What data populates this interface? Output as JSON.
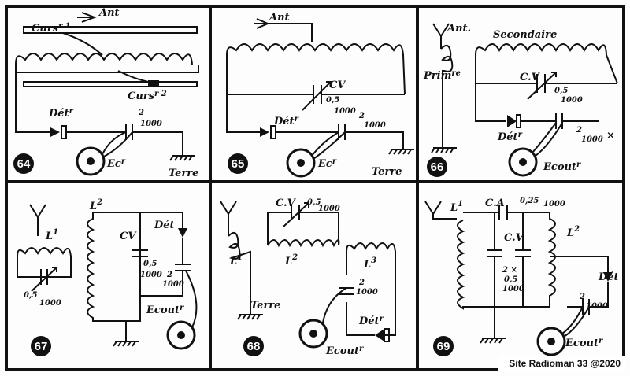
{
  "credit": "Site Radioman 33 @2020",
  "diagrams": [
    {
      "number": "64",
      "labels": {
        "antenna": "Ant",
        "cursor_1": "Curs",
        "cursor_1_sup": "r 1",
        "cursor_2": "Curs",
        "cursor_2_sup": "r 2",
        "detector": "Dét",
        "detector_sup": "r",
        "capacitor_num": "2",
        "capacitor_den": "1000",
        "earphone": "Ec",
        "earphone_sup": "r",
        "ground": "Terre"
      }
    },
    {
      "number": "65",
      "labels": {
        "antenna": "Ant",
        "var_cap": "CV",
        "var_cap_num": "0,5",
        "var_cap_den": "1000",
        "detector": "Dét",
        "detector_sup": "r",
        "capacitor_num": "2",
        "capacitor_den": "1000",
        "earphone": "Ec",
        "earphone_sup": "r",
        "ground": "Terre"
      }
    },
    {
      "number": "66",
      "labels": {
        "antenna": "Ant.",
        "primary": "Prim",
        "primary_sup": "re",
        "secondary": "Secondaire",
        "var_cap": "C.V",
        "var_cap_num": "0,5",
        "var_cap_den": "1000",
        "detector": "Dét",
        "detector_sup": "r",
        "capacitor_num": "2",
        "capacitor_den": "1000",
        "x_mark": "×",
        "earphone": "Ecout",
        "earphone_sup": "r"
      }
    },
    {
      "number": "67",
      "labels": {
        "coil_1": "L",
        "coil_1_num": "1",
        "coil_2": "L",
        "coil_2_num": "2",
        "var_cap_small_num": "0,5",
        "var_cap_small_den": "1000",
        "var_cap": "CV",
        "var_cap_num": "0,5",
        "var_cap_den": "1000",
        "detector": "Dét",
        "capacitor_num": "2",
        "capacitor_den": "1000",
        "earphone": "Ecout",
        "earphone_sup": "r"
      }
    },
    {
      "number": "68",
      "labels": {
        "var_cap": "C.V",
        "var_cap_num": "0,5",
        "var_cap_den": "1000",
        "coil_1": "L",
        "coil_1_num": "1",
        "coil_2": "L",
        "coil_2_num": "2",
        "coil_3": "L",
        "coil_3_num": "3",
        "ground": "Terre",
        "capacitor_num": "2",
        "capacitor_den": "1000",
        "detector": "Dét",
        "detector_sup": "r",
        "earphone": "Ecout",
        "earphone_sup": "r"
      }
    },
    {
      "number": "69",
      "labels": {
        "coil_1": "L",
        "coil_1_num": "1",
        "coil_2": "L",
        "coil_2_num": "2",
        "aux_cap": "C.A",
        "aux_cap_num": "0,25",
        "aux_cap_den": "1000",
        "var_cap": "C.V",
        "dual_mult": "2 ×",
        "dual_num": "0,5",
        "dual_den": "1000",
        "detector": "Dét",
        "capacitor_num": "2",
        "capacitor_den": "1000",
        "earphone": "Ecout",
        "earphone_sup": "r"
      }
    }
  ]
}
